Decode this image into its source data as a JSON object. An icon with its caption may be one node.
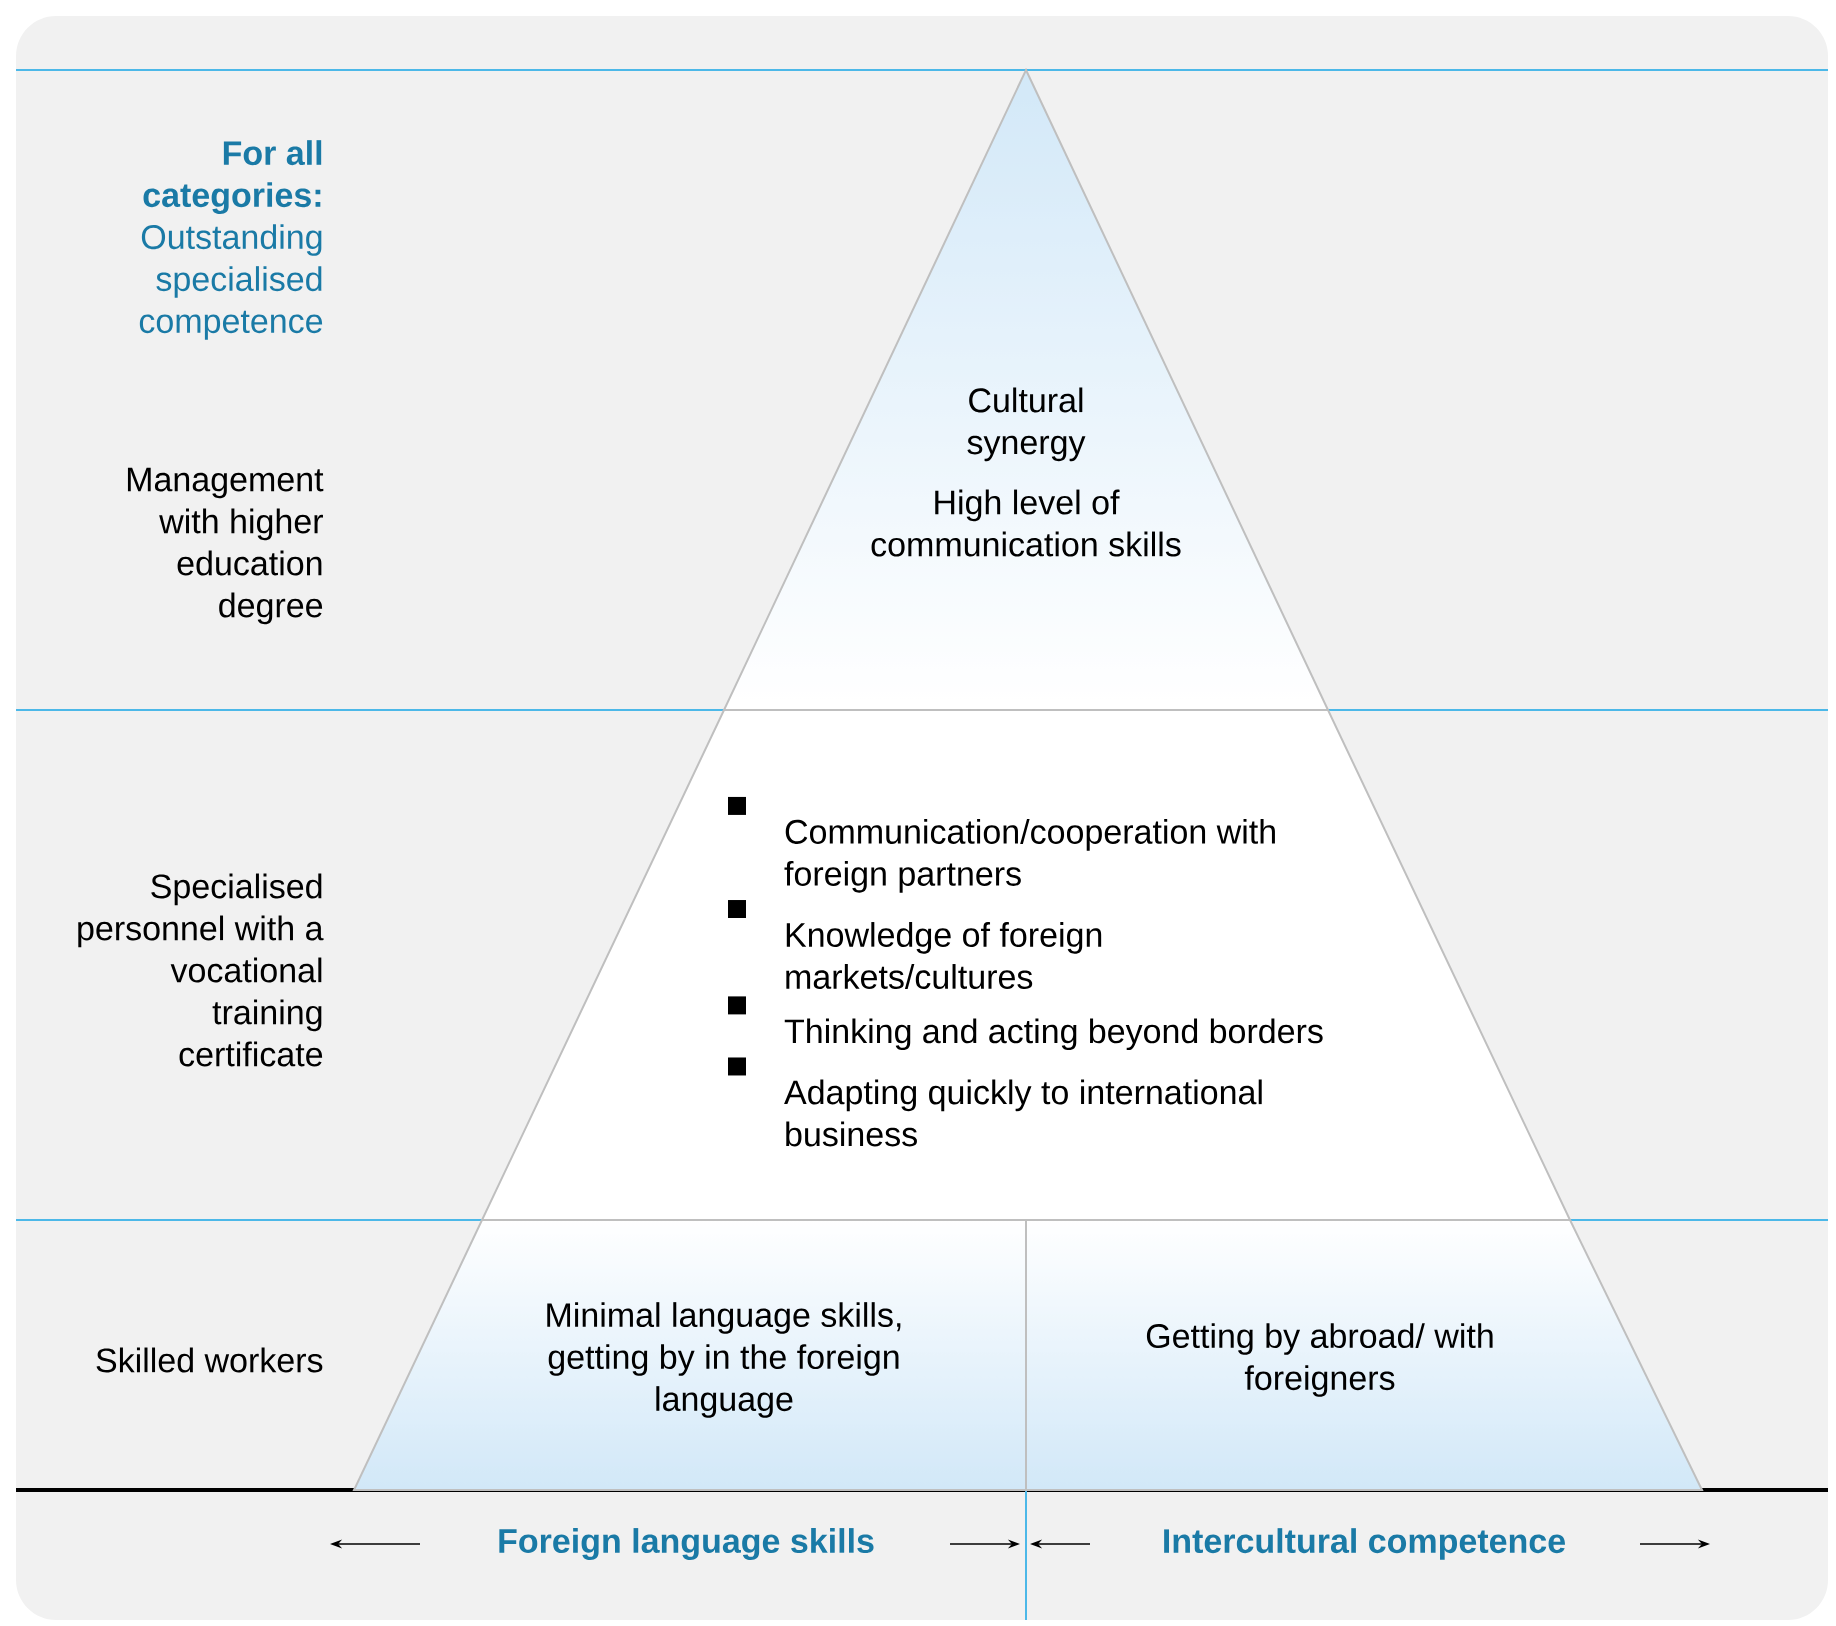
{
  "diagram": {
    "nodes": [
      {
        "text": [
          "Cultural synergy",
          "High level of communication skills"
        ]
      },
      {
        "text": [
          "Communication/cooperation with foreign partners",
          "Knowledge of foreign markets/cultures",
          "Thinking and acting beyond borders",
          "Adapting quickly to international business"
        ]
      },
      {
        "text": [
          "Minimal language skills, getting by in the foreign language"
        ]
      },
      {
        "text": [
          "Getting by abroad/ with foreigners"
        ]
      }
    ],
    "labels": [
      "**For all categories:** Outstanding specialised competence",
      "Management with higher education degree",
      "Specialised personnel with a vocational training certificate",
      "Skilled workers",
      "Foreign language skills",
      "Intercultural competence"
    ]
  }
}
